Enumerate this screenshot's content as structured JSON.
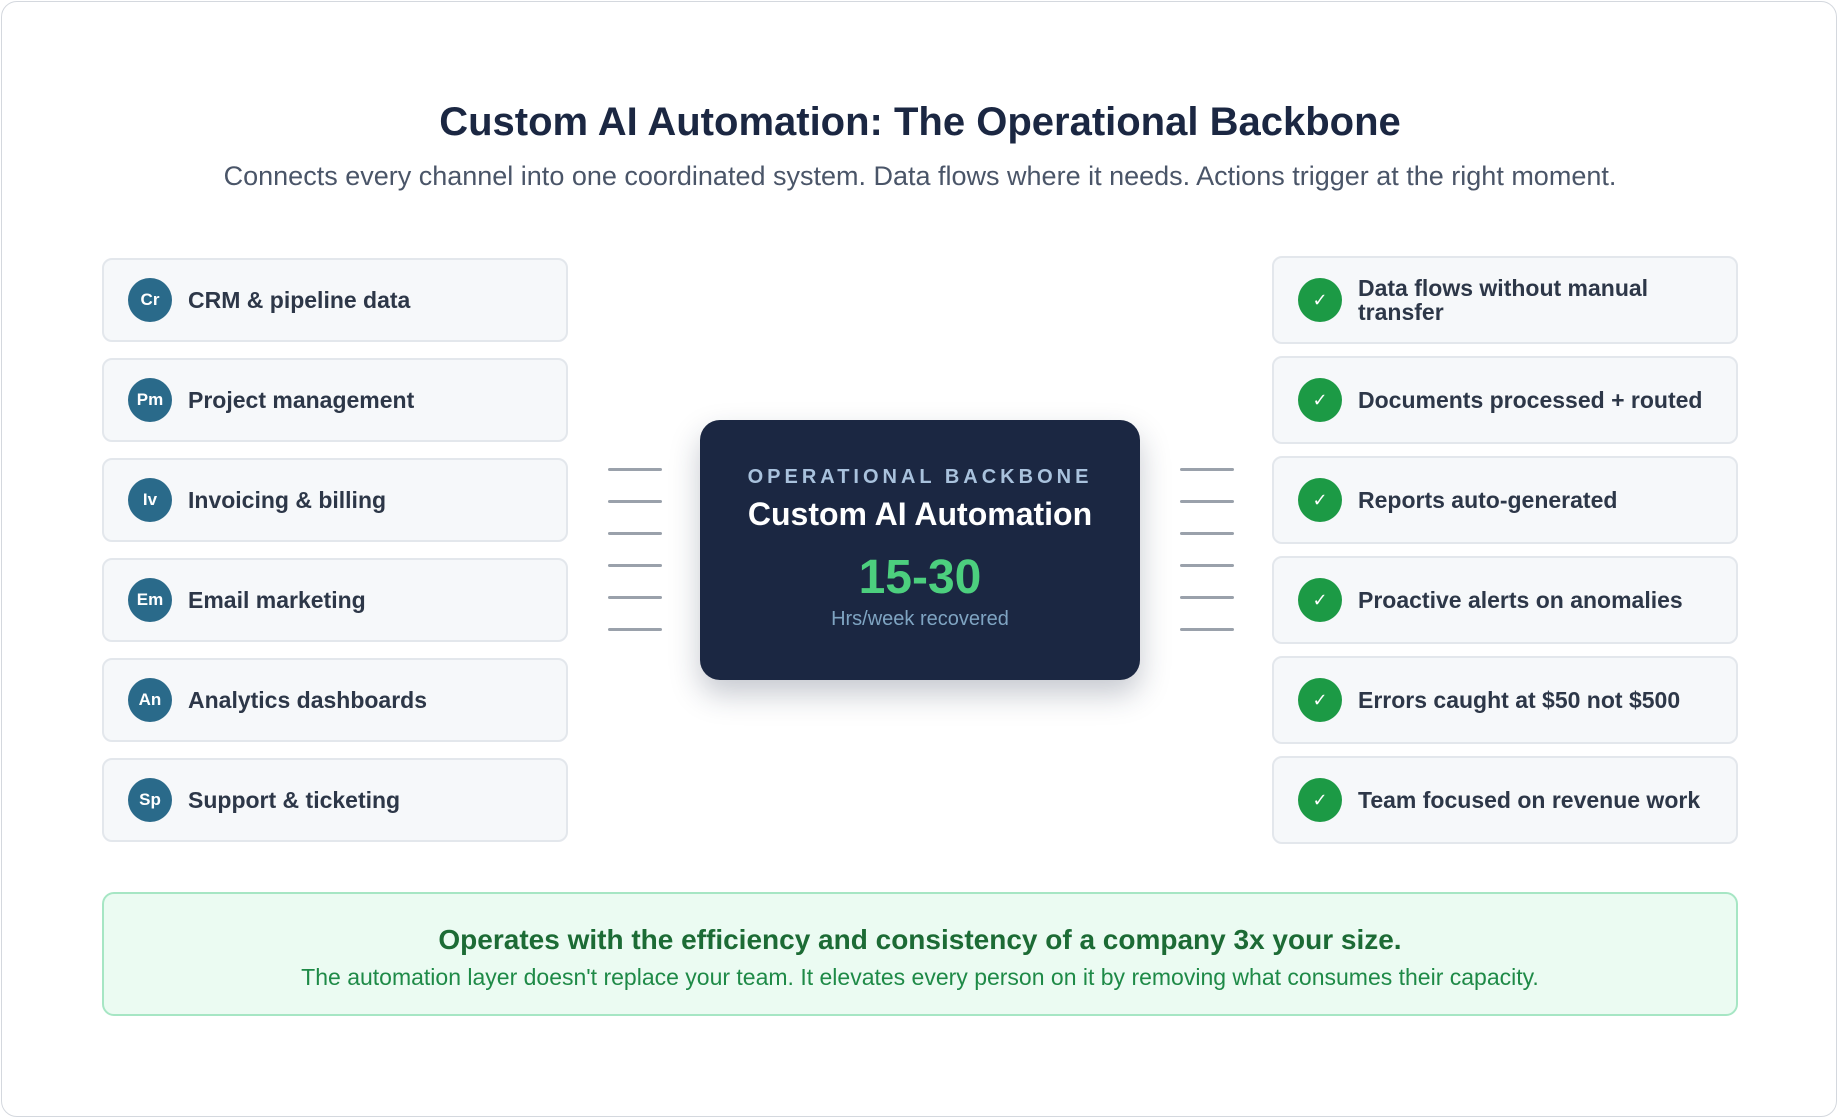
{
  "header": {
    "title": "Custom AI Automation: The Operational Backbone",
    "subtitle": "Connects every channel into one coordinated system. Data flows where it needs. Actions trigger at the right moment."
  },
  "inputs": [
    {
      "badge": "Cr",
      "label": "CRM & pipeline data"
    },
    {
      "badge": "Pm",
      "label": "Project management"
    },
    {
      "badge": "Iv",
      "label": "Invoicing & billing"
    },
    {
      "badge": "Em",
      "label": "Email marketing"
    },
    {
      "badge": "An",
      "label": "Analytics dashboards"
    },
    {
      "badge": "Sp",
      "label": "Support & ticketing"
    }
  ],
  "hub": {
    "kicker": "OPERATIONAL BACKBONE",
    "title": "Custom AI Automation",
    "metric": "15-30",
    "metric_label": "Hrs/week recovered"
  },
  "outcomes": [
    {
      "check": "✓",
      "label": "Data flows without manual transfer"
    },
    {
      "check": "✓",
      "label": "Documents processed + routed"
    },
    {
      "check": "✓",
      "label": "Reports auto-generated"
    },
    {
      "check": "✓",
      "label": "Proactive alerts on anomalies"
    },
    {
      "check": "✓",
      "label": "Errors caught at $50 not $500"
    },
    {
      "check": "✓",
      "label": "Team focused on revenue work"
    }
  ],
  "callout": {
    "headline": "Operates with the efficiency and consistency of a company 3x your size.",
    "body": "The automation layer doesn't replace your team. It elevates every person on it by removing what consumes their capacity."
  },
  "colors": {
    "navy": "#1b2742",
    "badge": "#2a6a8a",
    "green": "#1c9a45",
    "metric_green": "#4ccf7e"
  }
}
